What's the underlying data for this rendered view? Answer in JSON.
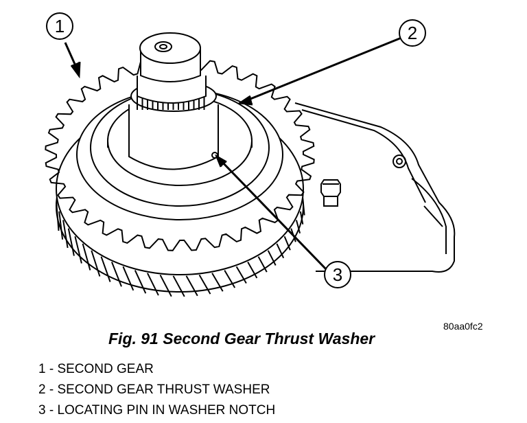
{
  "callouts": [
    {
      "number": "1"
    },
    {
      "number": "2"
    },
    {
      "number": "3"
    }
  ],
  "image_code": "80aa0fc2",
  "figure_caption": "Fig. 91 Second Gear Thrust Washer",
  "legend": [
    "1 - SECOND GEAR",
    "2 - SECOND GEAR THRUST WASHER",
    "3 - LOCATING PIN IN WASHER NOTCH"
  ]
}
